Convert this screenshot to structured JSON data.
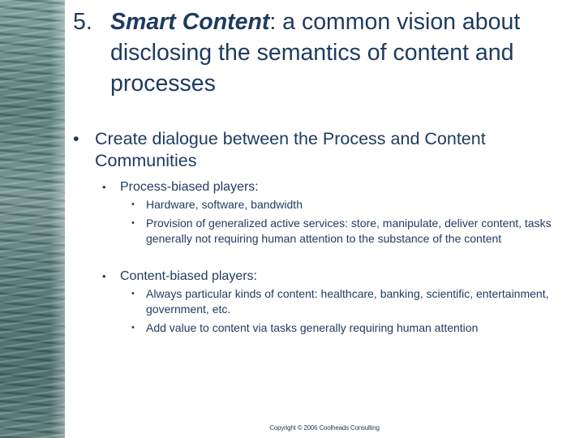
{
  "title": {
    "number": "5.",
    "emphasis": "Smart Content",
    "line1_rest": ": a common vision about",
    "line2": "disclosing the semantics of content and",
    "line3": "processes"
  },
  "bullets": {
    "main": "Create dialogue between the Process and Content Communities",
    "process": {
      "label": "Process-biased players:",
      "items": [
        "Hardware, software, bandwidth",
        "Provision of generalized active services: store, manipulate, deliver content, tasks generally not requiring human attention to the substance of the content"
      ]
    },
    "content": {
      "label": "Content-biased players:",
      "items": [
        "Always particular kinds of content: healthcare, banking, scientific, entertainment, government, etc.",
        "Add value to content via tasks generally requiring human attention"
      ]
    }
  },
  "footer": "Copyright © 2006 Coolheads Consulting"
}
